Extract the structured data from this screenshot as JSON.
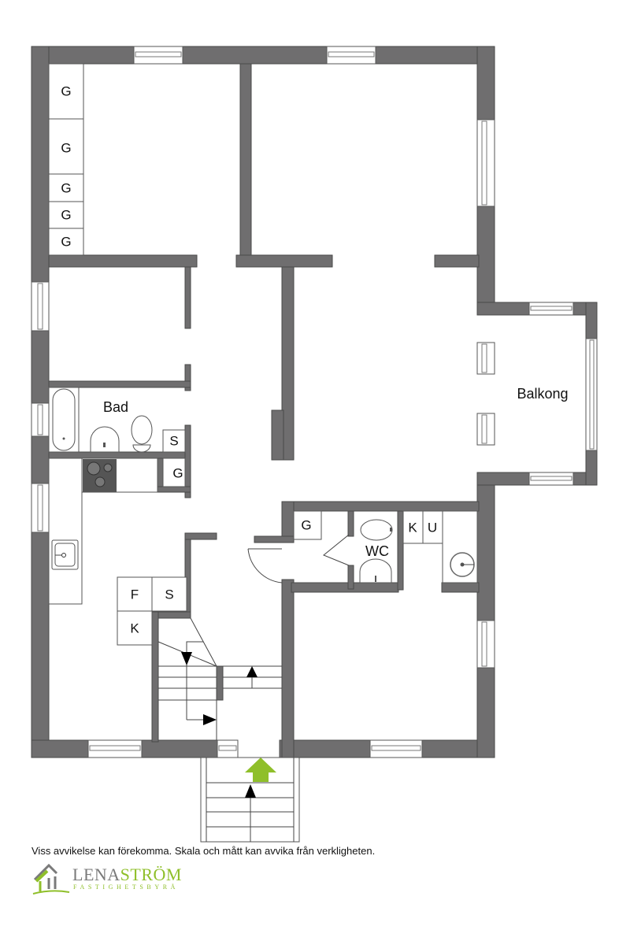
{
  "floorplan": {
    "rooms": {
      "bathroom": "Bad",
      "wc": "WC",
      "balcony": "Balkong"
    },
    "closets": {
      "bedroom1": [
        "G",
        "G",
        "G",
        "G",
        "G"
      ],
      "bad_s": "S",
      "kitchen_g": "G",
      "hall_g": "G",
      "k": "K",
      "u": "U",
      "f": "F",
      "s2": "S",
      "k2": "K"
    },
    "entrance_arrow_color": "#8fbf2a",
    "wall_color": "#6f6e6f"
  },
  "footer": {
    "disclaimer": "Viss avvikelse kan förekomma. Skala och mått kan avvika från verkligheten.",
    "logo": {
      "name_part1": "LENA",
      "name_part2": "STRÖM",
      "subtitle": "FASTIGHETSBYRÅ"
    }
  }
}
